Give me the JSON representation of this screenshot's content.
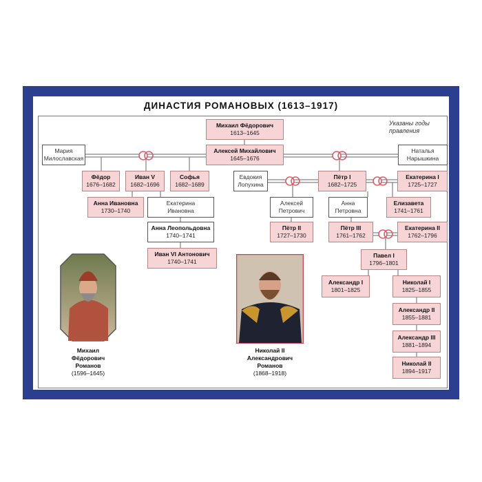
{
  "title": "ДИНАСТИЯ РОМАНОВЫХ (1613–1917)",
  "note": [
    "Указаны годы",
    "правления"
  ],
  "people": {
    "mikhail": {
      "name": "Михаил Фёдорович",
      "years": "1613–1645"
    },
    "aleksei": {
      "name": "Алексей Михайлович",
      "years": "1645–1676"
    },
    "maria": {
      "line1": "Мария",
      "line2": "Милославская"
    },
    "natalya": {
      "line1": "Наталья",
      "line2": "Нарышкина"
    },
    "fedor": {
      "name": "Фёдор",
      "years": "1676–1682"
    },
    "ivan5": {
      "name": "Иван V",
      "years": "1682–1696"
    },
    "sofya": {
      "name": "Софья",
      "years": "1682–1689"
    },
    "anna_ivanovna": {
      "name": "Анна Ивановна",
      "years": "1730–1740"
    },
    "ekaterina_ivanovna": {
      "line1": "Екатерина",
      "line2": "Ивановна"
    },
    "anna_leopoldovna": {
      "name": "Анна Леопольдовна",
      "years": "1740–1741"
    },
    "ivan6": {
      "name": "Иван VI Антонович",
      "years": "1740–1741"
    },
    "evdokia": {
      "line1": "Евдокия",
      "line2": "Лопухина"
    },
    "petr1": {
      "name": "Пётр I",
      "years": "1682–1725"
    },
    "ekaterina1": {
      "name": "Екатерина I",
      "years": "1725–1727"
    },
    "aleksei_petrovich": {
      "line1": "Алексей",
      "line2": "Петрович"
    },
    "anna_petrovna": {
      "line1": "Анна",
      "line2": "Петровна"
    },
    "elizaveta": {
      "name": "Елизавета",
      "years": "1741–1761"
    },
    "petr2": {
      "name": "Пётр II",
      "years": "1727–1730"
    },
    "petr3": {
      "name": "Пётр III",
      "years": "1761–1762"
    },
    "ekaterina2": {
      "name": "Екатерина II",
      "years": "1762–1796"
    },
    "pavel1": {
      "name": "Павел I",
      "years": "1796–1801"
    },
    "aleksandr1": {
      "name": "Александр I",
      "years": "1801–1825"
    },
    "nikolai1": {
      "name": "Николай I",
      "years": "1825–1855"
    },
    "aleksandr2": {
      "name": "Александр II",
      "years": "1855–1881"
    },
    "aleksandr3": {
      "name": "Александр III",
      "years": "1881–1894"
    },
    "nikolai2": {
      "name": "Николай II",
      "years": "1894–1917"
    }
  },
  "portraits": {
    "mikhail": {
      "l1": "Михаил",
      "l2": "Фёдорович",
      "l3": "Романов",
      "years": "(1596–1645)"
    },
    "nikolai": {
      "l1": "Николай II",
      "l2": "Александрович",
      "l3": "Романов",
      "years": "(1868–1918)"
    }
  },
  "colors": {
    "frame": "#2c3f8e",
    "ruler_fill": "#f7d5d6",
    "ring": "#d9606a"
  }
}
